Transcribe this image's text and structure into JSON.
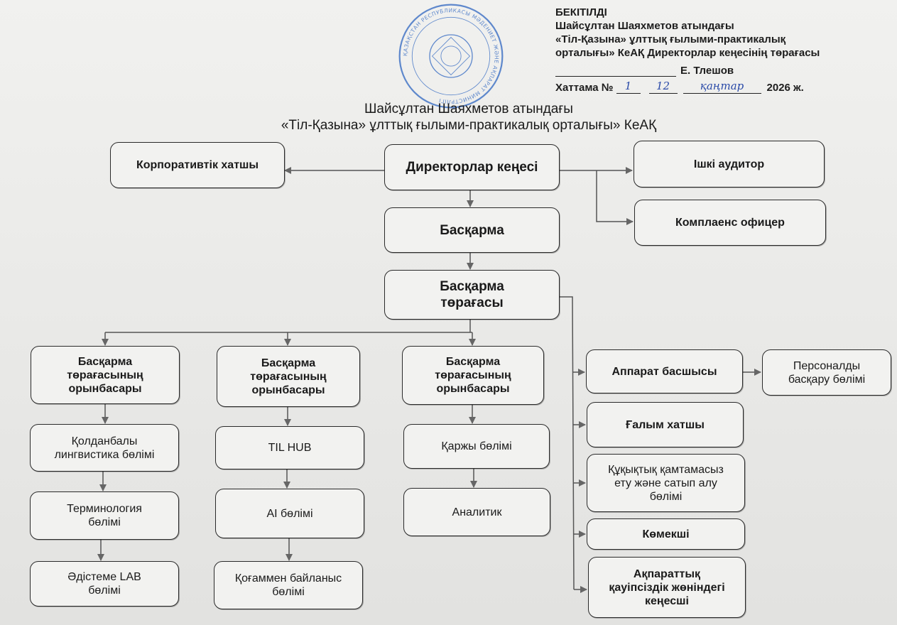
{
  "approval": {
    "heading": "БЕКІТІЛДІ",
    "line1": "Шайсұлтан Шаяхметов атындағы",
    "line2": "«Тіл-Қазына» ұлттық ғылыми-практикалық",
    "line3": "орталығы» КеАҚ Директорлар кеңесінің төрағасы",
    "signer": "Е. Тлешов",
    "protocol_label": "Хаттама №",
    "protocol_number": "1",
    "protocol_day": "12",
    "protocol_month": "қаңтар",
    "protocol_year": "2026 ж.",
    "stamp_text": "ҚАЗАҚСТАН РЕСПУБЛИКАСЫ МӘДЕНИЕТ ЖӘНЕ АҚПАРАТ МИНИСТРЛІГІ"
  },
  "title": {
    "line1": "Шайсұлтан Шаяхметов атындағы",
    "line2": "«Тіл-Қазына» ұлттық ғылыми-практикалық орталығы» КеАҚ"
  },
  "nodes": {
    "corporate_secretary": "Корпоративтік хатшы",
    "board_of_directors": "Директорлар кеңесі",
    "internal_auditor": "Ішкі аудитор",
    "compliance_officer": "Комплаенс офицер",
    "management_board": "Басқарма",
    "chairman": [
      "Басқарма",
      "төрағасы"
    ],
    "deputy_1": [
      "Басқарма",
      "төрағасының",
      "орынбасары"
    ],
    "deputy_2": [
      "Басқарма",
      "төрағасының",
      "орынбасары"
    ],
    "deputy_3": [
      "Басқарма",
      "төрағасының",
      "орынбасары"
    ],
    "applied_linguistics": [
      "Қолданбалы",
      "лингвистика бөлімі"
    ],
    "terminology": [
      "Терминология",
      "бөлімі"
    ],
    "methodology_lab": [
      "Әдістеме LAB",
      "бөлімі"
    ],
    "til_hub": "TIL HUB",
    "ai_department": "AI бөлімі",
    "public_relations": [
      "Қоғаммен байланыс",
      "бөлімі"
    ],
    "finance": "Қаржы бөлімі",
    "analyst": "Аналитик",
    "chief_of_staff": "Аппарат басшысы",
    "hr_department": [
      "Персоналды",
      "басқару бөлімі"
    ],
    "scientific_secretary": "Ғалым хатшы",
    "legal_procurement": [
      "Құқықтық қамтамасыз",
      "ету және сатып алу",
      "бөлімі"
    ],
    "assistant": "Көмекші",
    "infosec_advisor": [
      "Ақпараттық",
      "қауіпсіздік жөніндегі",
      "кеңесші"
    ]
  },
  "colors": {
    "line": "#555555",
    "border": "#2a2a2a",
    "stamp": "#3b6fc4",
    "handwriting": "#2a4aa8"
  }
}
